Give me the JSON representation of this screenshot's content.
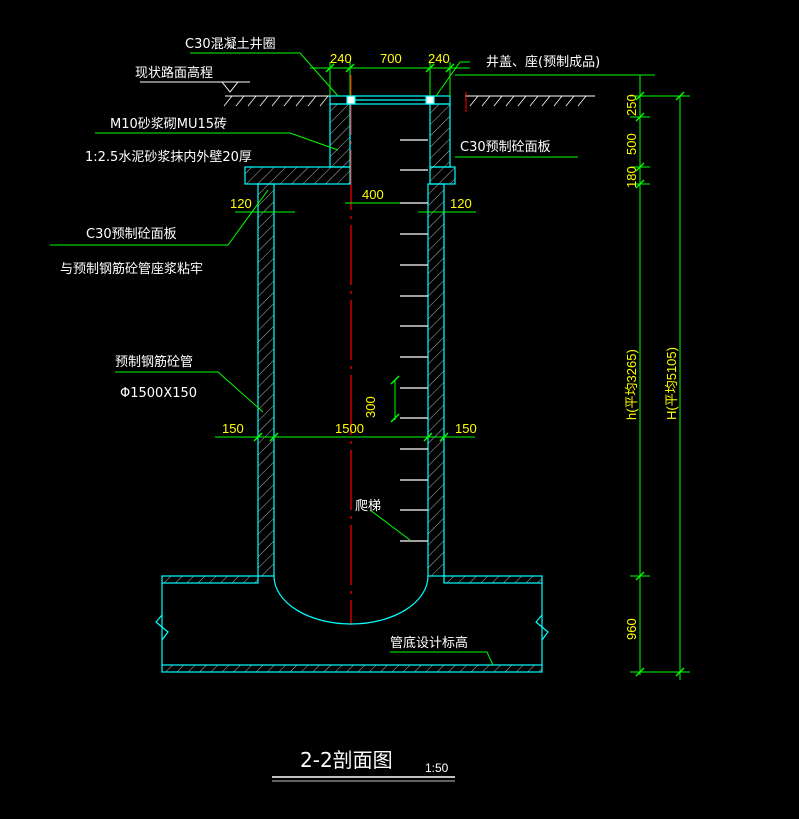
{
  "labels": {
    "ring": "C30混凝土井圈",
    "road": "现状路面高程",
    "cover": "井盖、座(预制成品)",
    "brick": "M10砂浆砌MU15砖",
    "plaster": "1:2.5水泥砂浆抹内外壁20厚",
    "slab_top": "C30预制砼面板",
    "slab_left": "C30预制砼面板",
    "slab_note": "与预制钢筋砼管座浆粘牢",
    "pipe": "预制钢筋砼管",
    "pipe_size": "Φ1500X150",
    "ladder": "爬梯",
    "invert": "管底设计标高"
  },
  "dimensions": {
    "top_240_left": "240",
    "top_700": "700",
    "top_240_right": "240",
    "d_400": "400",
    "d_120_left": "120",
    "d_120_right": "120",
    "d_300": "300",
    "d_150_left": "150",
    "d_1500": "1500",
    "d_150_right": "150",
    "v_250": "250",
    "v_500": "500",
    "v_180": "180",
    "v_h": "h(平均3265)",
    "v_H": "H(平均5105)",
    "v_960": "960"
  },
  "title": {
    "main": "2-2剖面图",
    "scale": "1:50"
  },
  "colors": {
    "structure": "#00ffff",
    "dimension": "#00ff00",
    "centerline": "#ff0000",
    "leader": "#00ff00",
    "text": "#ffffff",
    "dimtext": "#ffff00"
  }
}
